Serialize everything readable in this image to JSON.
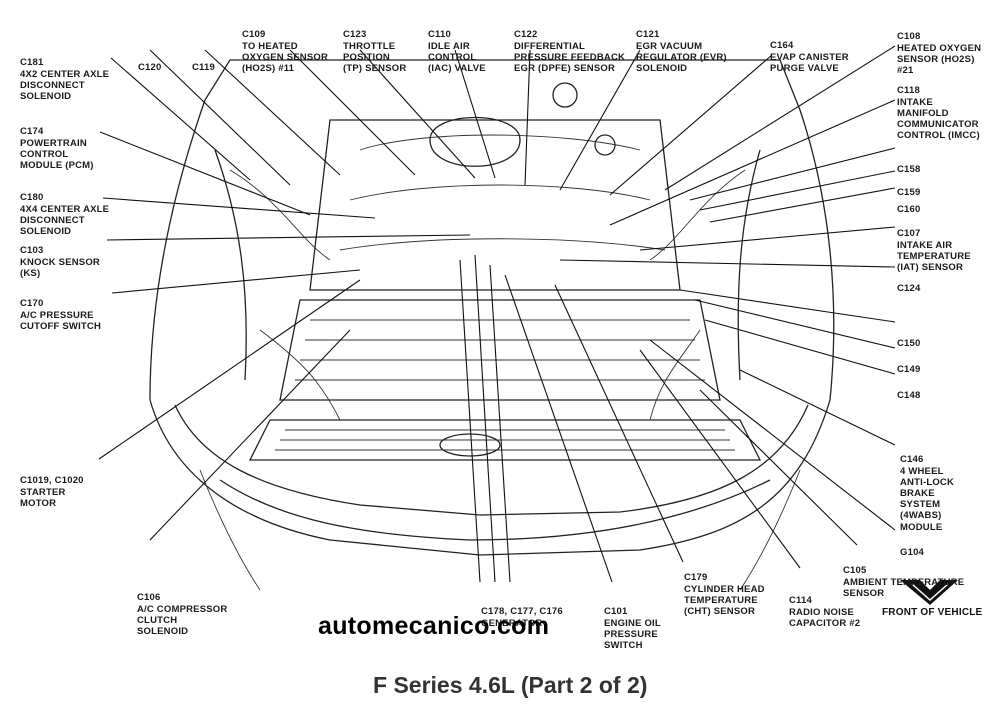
{
  "watermark": "automecanico.com",
  "title": "F Series 4.6L (Part 2 of 2)",
  "front_of_vehicle": "FRONT OF VEHICLE",
  "labels": {
    "c181": {
      "code": "C181",
      "desc": "4X2 CENTER AXLE\nDISCONNECT\nSOLENOID"
    },
    "c120": {
      "code": "C120"
    },
    "c119": {
      "code": "C119"
    },
    "c109": {
      "code": "C109",
      "desc": "TO HEATED\nOXYGEN SENSOR\n(HO2S) #11"
    },
    "c123": {
      "code": "C123",
      "desc": "THROTTLE\nPOSITION\n(TP) SENSOR"
    },
    "c110": {
      "code": "C110",
      "desc": "IDLE AIR\nCONTROL\n(IAC) VALVE"
    },
    "c122": {
      "code": "C122",
      "desc": "DIFFERENTIAL\nPRESSURE FEEDBACK\nEGR (DPFE) SENSOR"
    },
    "c121": {
      "code": "C121",
      "desc": "EGR VACUUM\nREGULATOR (EVR)\nSOLENOID"
    },
    "c164": {
      "code": "C164",
      "desc": "EVAP CANISTER\nPURGE VALVE"
    },
    "c108": {
      "code": "C108",
      "desc": "HEATED OXYGEN\nSENSOR (HO2S)\n#21"
    },
    "c118": {
      "code": "C118",
      "desc": "INTAKE\nMANIFOLD\nCOMMUNICATOR\nCONTROL (IMCC)"
    },
    "c174": {
      "code": "C174",
      "desc": "POWERTRAIN\nCONTROL\nMODULE (PCM)"
    },
    "c158": {
      "code": "C158"
    },
    "c159": {
      "code": "C159"
    },
    "c160": {
      "code": "C160"
    },
    "c180": {
      "code": "C180",
      "desc": "4X4 CENTER AXLE\nDISCONNECT\nSOLENOID"
    },
    "c107": {
      "code": "C107",
      "desc": "INTAKE AIR\nTEMPERATURE\n(IAT) SENSOR"
    },
    "c103": {
      "code": "C103",
      "desc": "KNOCK SENSOR\n(KS)"
    },
    "c124": {
      "code": "C124"
    },
    "c170": {
      "code": "C170",
      "desc": "A/C PRESSURE\nCUTOFF SWITCH"
    },
    "c150": {
      "code": "C150"
    },
    "c149": {
      "code": "C149"
    },
    "c148": {
      "code": "C148"
    },
    "c146": {
      "code": "C146",
      "desc": "4 WHEEL\nANTI-LOCK\nBRAKE\nSYSTEM\n(4WABS)\nMODULE"
    },
    "c1019": {
      "code": "C1019, C1020",
      "desc": "STARTER\nMOTOR"
    },
    "g104": {
      "code": "G104"
    },
    "c105": {
      "code": "C105",
      "desc": "AMBIENT TEMPERATURE\nSENSOR"
    },
    "c179": {
      "code": "C179",
      "desc": "CYLINDER HEAD\nTEMPERATURE\n(CHT) SENSOR"
    },
    "c114": {
      "code": "C114",
      "desc": "RADIO NOISE\nCAPACITOR #2"
    },
    "c106": {
      "code": "C106",
      "desc": "A/C COMPRESSOR\nCLUTCH\nSOLENOID"
    },
    "c178": {
      "code": "C178, C177, C176",
      "desc": "GENERATOR"
    },
    "c101": {
      "code": "C101",
      "desc": "ENGINE OIL\nPRESSURE\nSWITCH"
    }
  }
}
